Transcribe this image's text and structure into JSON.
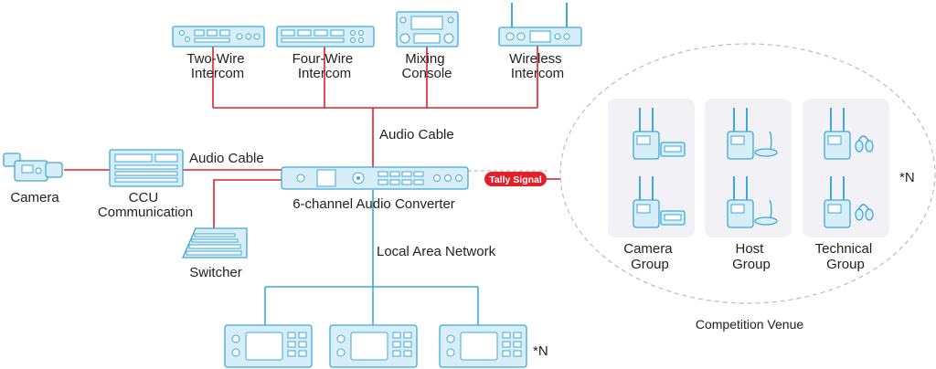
{
  "devices": {
    "two_wire": [
      "Two-Wire",
      "Intercom"
    ],
    "four_wire": [
      "Four-Wire",
      "Intercom"
    ],
    "mixing": [
      "Mixing",
      "Console"
    ],
    "wireless": [
      "Wireless",
      "Intercom"
    ],
    "camera": "Camera",
    "ccu": [
      "CCU",
      "Communication"
    ],
    "switcher": "Switcher",
    "converter": "6-channel Audio Converter"
  },
  "links": {
    "audio_cable_top": "Audio Cable",
    "audio_cable_left": "Audio Cable",
    "lan": "Local Area Network",
    "tally": "Tally Signal"
  },
  "venue": {
    "title": "Competition Venue",
    "multiplier": "*N",
    "groups": [
      [
        "Camera",
        "Group"
      ],
      [
        "Host",
        "Group"
      ],
      [
        "Technical",
        "Group"
      ]
    ]
  },
  "panels_multiplier": "*N",
  "colors": {
    "cable": "#e0202a",
    "network": "#3fa9d8",
    "device_fill": "#d7eef9"
  }
}
